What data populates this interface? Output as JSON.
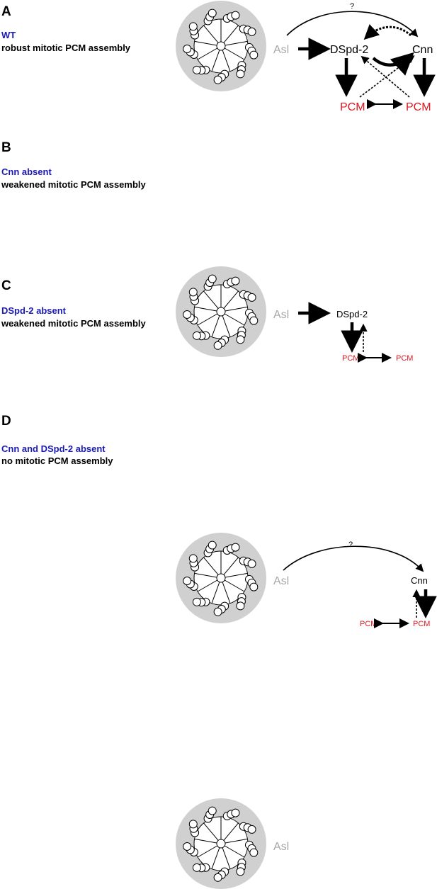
{
  "panels": [
    {
      "letter": "A",
      "condition": "WT",
      "description": "robust mitotic PCM assembly",
      "asl": "Asl",
      "dspd2": "DSpd-2",
      "cnn": "Cnn",
      "pcm_left": "PCM",
      "pcm_right": "PCM",
      "question": "?"
    },
    {
      "letter": "B",
      "condition": "Cnn absent",
      "description": "weakened mitotic PCM assembly",
      "asl": "Asl",
      "dspd2": "DSpd-2",
      "pcm_left": "PCM",
      "pcm_right": "PCM"
    },
    {
      "letter": "C",
      "condition": "DSpd-2 absent",
      "description": "weakened mitotic PCM assembly",
      "asl": "Asl",
      "cnn": "Cnn",
      "pcm_left": "PCM",
      "pcm_right": "PCM",
      "question": "?"
    },
    {
      "letter": "D",
      "condition": "Cnn and DSpd-2 absent",
      "description": "no mitotic PCM assembly",
      "asl": "Asl"
    }
  ],
  "colors": {
    "condition_text": "#1a1ab8",
    "pcm_text": "#e0141e",
    "asl_text": "#a8a8a8",
    "centriole_disc": "#d0d0d0"
  }
}
